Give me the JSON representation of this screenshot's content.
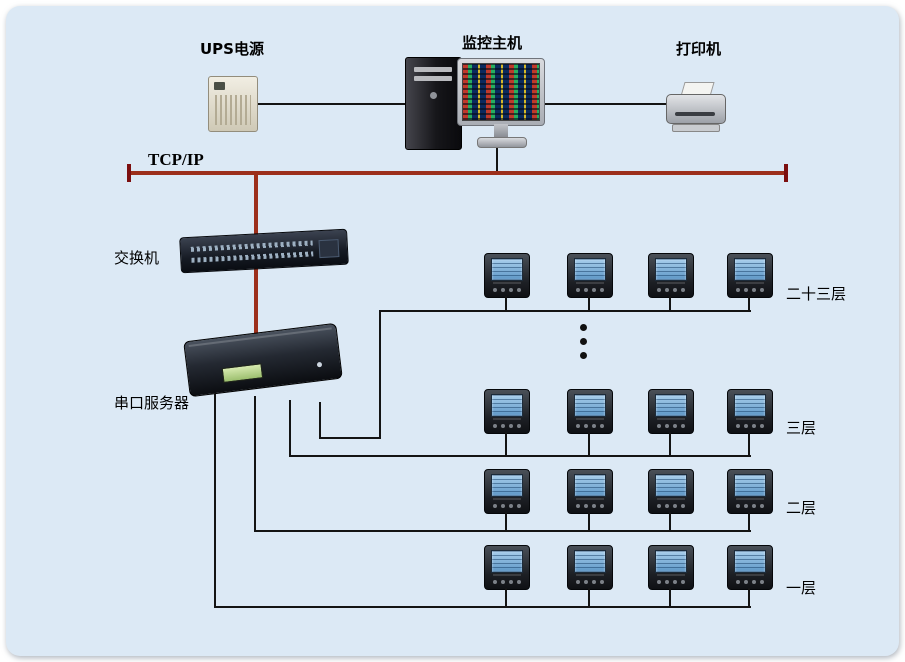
{
  "diagram": {
    "labels": {
      "ups": "UPS电源",
      "host": "监控主机",
      "printer": "打印机",
      "bus": "TCP/IP",
      "switch": "交换机",
      "serial_server": "串口服务器"
    },
    "floors": [
      {
        "label": "二十三层",
        "meters": 4
      },
      {
        "label": "三层",
        "meters": 4
      },
      {
        "label": "二层",
        "meters": 4
      },
      {
        "label": "一层",
        "meters": 4
      }
    ],
    "colors": {
      "background": "#dce9f5",
      "bus_line": "#9c2f1b",
      "bus_tick": "#7c0f0f",
      "wire": "#141414"
    }
  }
}
